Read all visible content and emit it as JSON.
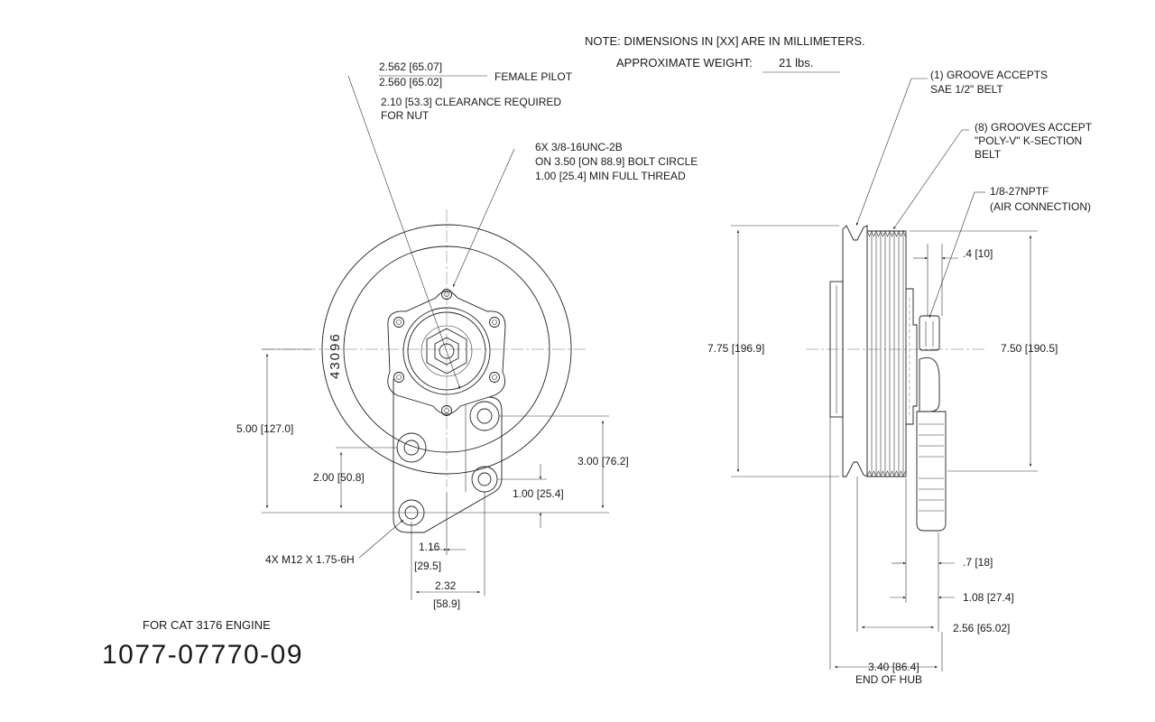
{
  "notes": {
    "dimensions": "NOTE: DIMENSIONS IN [XX] ARE IN MILLIMETERS.",
    "weight_label": "APPROXIMATE WEIGHT:",
    "weight_value": "21 lbs."
  },
  "callouts": {
    "pilot_max": "2.562 [65.07]",
    "pilot_min": "2.560 [65.02]",
    "female_pilot": "FEMALE PILOT",
    "clearance_1": "2.10 [53.3] CLEARANCE REQUIRED",
    "clearance_2": "FOR NUT",
    "bolt_1": "6X 3/8-16UNC-2B",
    "bolt_2": "ON 3.50 [ON 88.9] BOLT CIRCLE",
    "bolt_3": "1.00 [25.4] MIN FULL THREAD",
    "groove1_1": "(1) GROOVE ACCEPTS",
    "groove1_2": "SAE 1/2\" BELT",
    "groove8_1": "(8) GROOVES ACCEPT",
    "groove8_2": "\"POLY-V\" K-SECTION",
    "groove8_3": "BELT",
    "air_1": "1/8-27NPTF",
    "air_2": "(AIR CONNECTION)",
    "mount_holes": "4X M12 X 1.75-6H"
  },
  "front_dims": {
    "d500": "5.00 [127.0]",
    "d200": "2.00 [50.8]",
    "d300": "3.00 [76.2]",
    "d100": "1.00 [25.4]",
    "d116": "1.16",
    "d116mm": "[29.5]",
    "d232": "2.32",
    "d232mm": "[58.9]"
  },
  "side_dims": {
    "d775": "7.75 [196.9]",
    "d750": "7.50 [190.5]",
    "d04": ".4 [10]",
    "d07": ".7 [18]",
    "d108": "1.08 [27.4]",
    "d256": "2.56 [65.02]",
    "d340": "3.40 [86.4]",
    "end_hub": "END OF HUB"
  },
  "pulley_mark": "43096",
  "title_block": {
    "engine": "FOR CAT 3176 ENGINE",
    "part_number": "1077-07770-09"
  }
}
